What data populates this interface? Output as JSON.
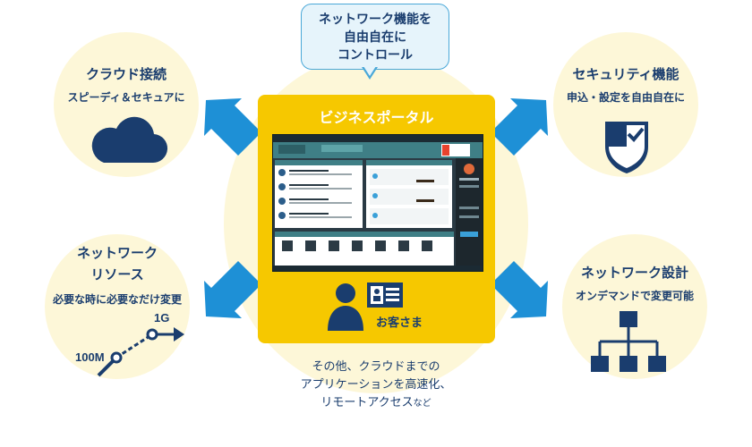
{
  "bubble": {
    "line1": "ネットワーク機能を",
    "line2": "自由自在に",
    "line3": "コントロール"
  },
  "portal": {
    "title": "ビジネスポータル",
    "customer": "お客さま"
  },
  "cloud": {
    "title": "クラウド接続",
    "sub": "スピーディ＆セキュアに"
  },
  "security": {
    "title": "セキュリティ機能",
    "sub": "申込・設定を自由自在に"
  },
  "resource": {
    "title1": "ネットワーク",
    "title2": "リソース",
    "sub": "必要な時に必要なだけ変更",
    "label_low": "100M",
    "label_high": "1G"
  },
  "design": {
    "title": "ネットワーク設計",
    "sub": "オンデマンドで変更可能"
  },
  "caption": {
    "line1": "その他、クラウドまでの",
    "line2": "アプリケーションを高速化、",
    "line3": "リモートアクセス",
    "suffix": "など"
  },
  "colors": {
    "navy": "#1a3d6e",
    "arrow_blue": "#1e90d6",
    "portal_yellow": "#f6c800",
    "circle_cream": "#fdf7d8"
  },
  "icons": [
    "cloud-icon",
    "shield-check-icon",
    "bandwidth-graph-icon",
    "tree-network-icon",
    "customer-id-card-icon"
  ]
}
